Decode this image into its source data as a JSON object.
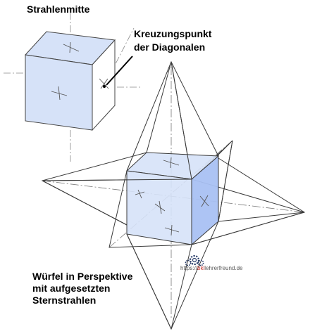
{
  "labels": {
    "top": "Strahlenmitte",
    "intersection_line1": "Kreuzungspunkt",
    "intersection_line2": "der Diagonalen",
    "caption_line1": "Würfel in Perspektive",
    "caption_line2": "mit aufgesetzten",
    "caption_line3": "Sternstrahlen"
  },
  "watermark": {
    "prefix": "https://",
    "highlight": "bkl",
    "suffix": "lehrerfreund.de"
  },
  "colors": {
    "cube_face": "#d6e2f8",
    "cube_face_dark": "#a9c1f3",
    "line": "#3a3a3a",
    "centerline": "#777777"
  },
  "icons": [
    "gear-icon"
  ]
}
